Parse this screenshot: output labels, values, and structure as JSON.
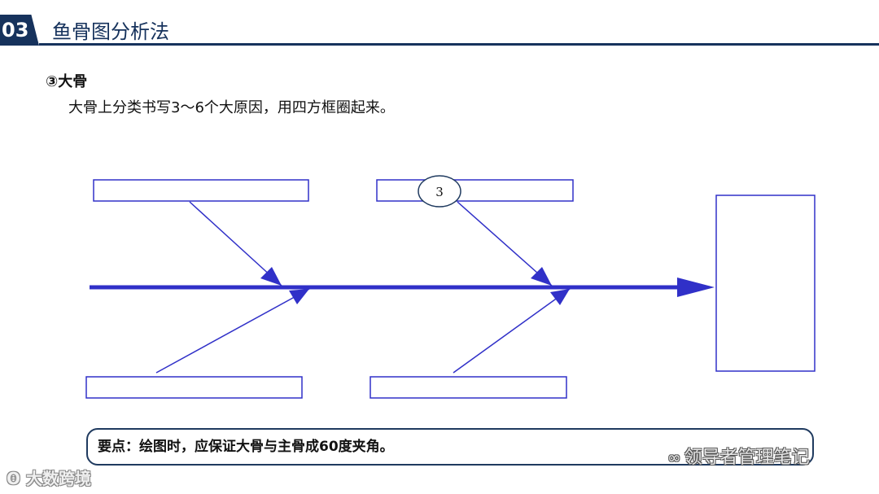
{
  "header": {
    "badge": "03",
    "title": "鱼骨图分析法"
  },
  "section": {
    "heading": "③大骨",
    "description": "大骨上分类书写3～6个大原因，用四方框圈起来。"
  },
  "diagram": {
    "bone_label": "3",
    "line_color": "#3030c8"
  },
  "tip": {
    "text": "要点：绘图时，应保证大骨与主骨成60度夹角。"
  },
  "watermarks": {
    "right": "领导者管理笔记",
    "left": "大数跨境"
  }
}
